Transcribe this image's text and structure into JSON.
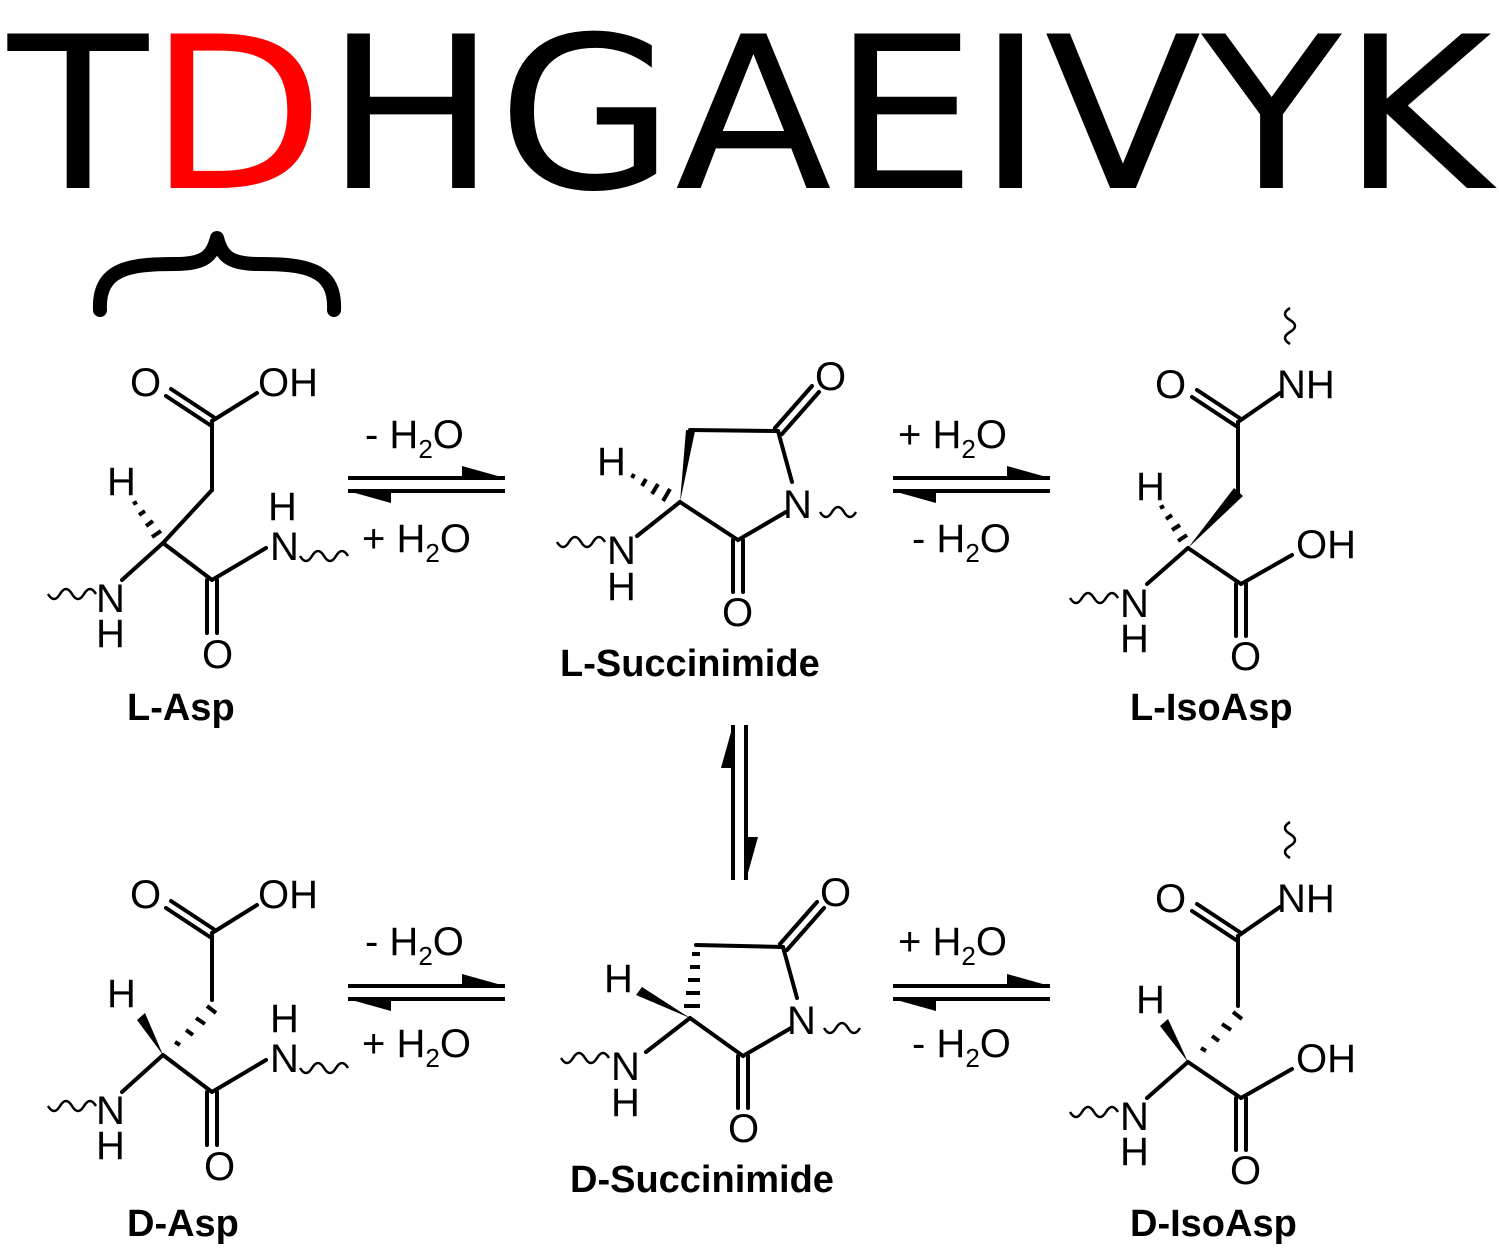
{
  "sequence": {
    "before": "T",
    "highlight": "D",
    "after": "HGAEIVYK",
    "highlight_color": "#ff0000",
    "text_color": "#000000"
  },
  "molecules": {
    "l_asp": "L-Asp",
    "l_succinimide": "L-Succinimide",
    "l_isoasp": "L-IsoAsp",
    "d_asp": "D-Asp",
    "d_succinimide": "D-Succinimide",
    "d_isoasp": "D-IsoAsp"
  },
  "atoms": {
    "o": "O",
    "oh": "OH",
    "h": "H",
    "n": "N",
    "nh": "NH"
  },
  "conditions": {
    "minus_h": "- H",
    "plus_h": "+ H",
    "sub2": "2",
    "o": "O"
  }
}
